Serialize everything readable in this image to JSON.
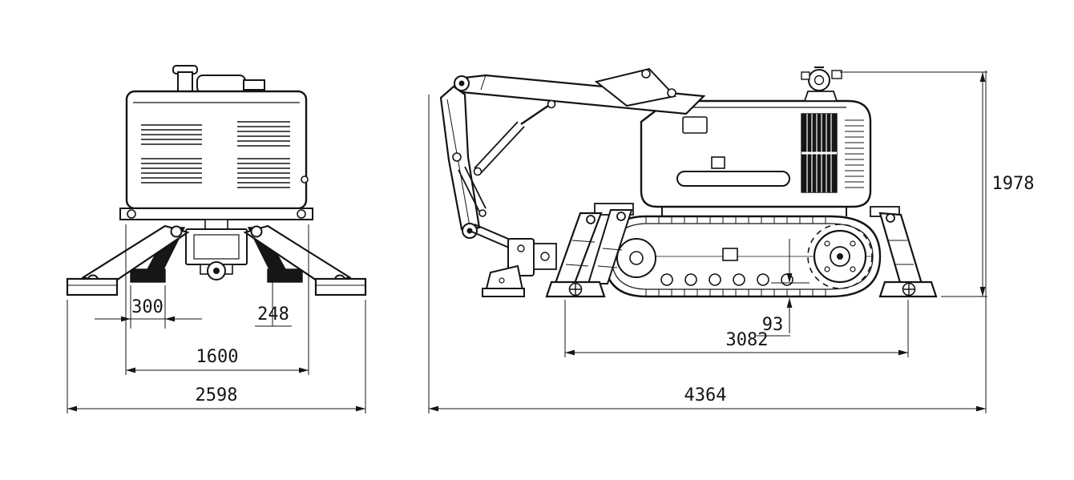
{
  "canvas": {
    "background": "#ffffff",
    "ink": "#141414"
  },
  "views": {
    "front": {
      "dims": {
        "pad_spacing": "300",
        "pad_height": "248",
        "base_width": "1600",
        "overall_width": "2598"
      }
    },
    "side": {
      "dims": {
        "overall_height": "1978",
        "ground_clearance": "93",
        "support_span": "3082",
        "overall_length": "4364"
      }
    }
  }
}
